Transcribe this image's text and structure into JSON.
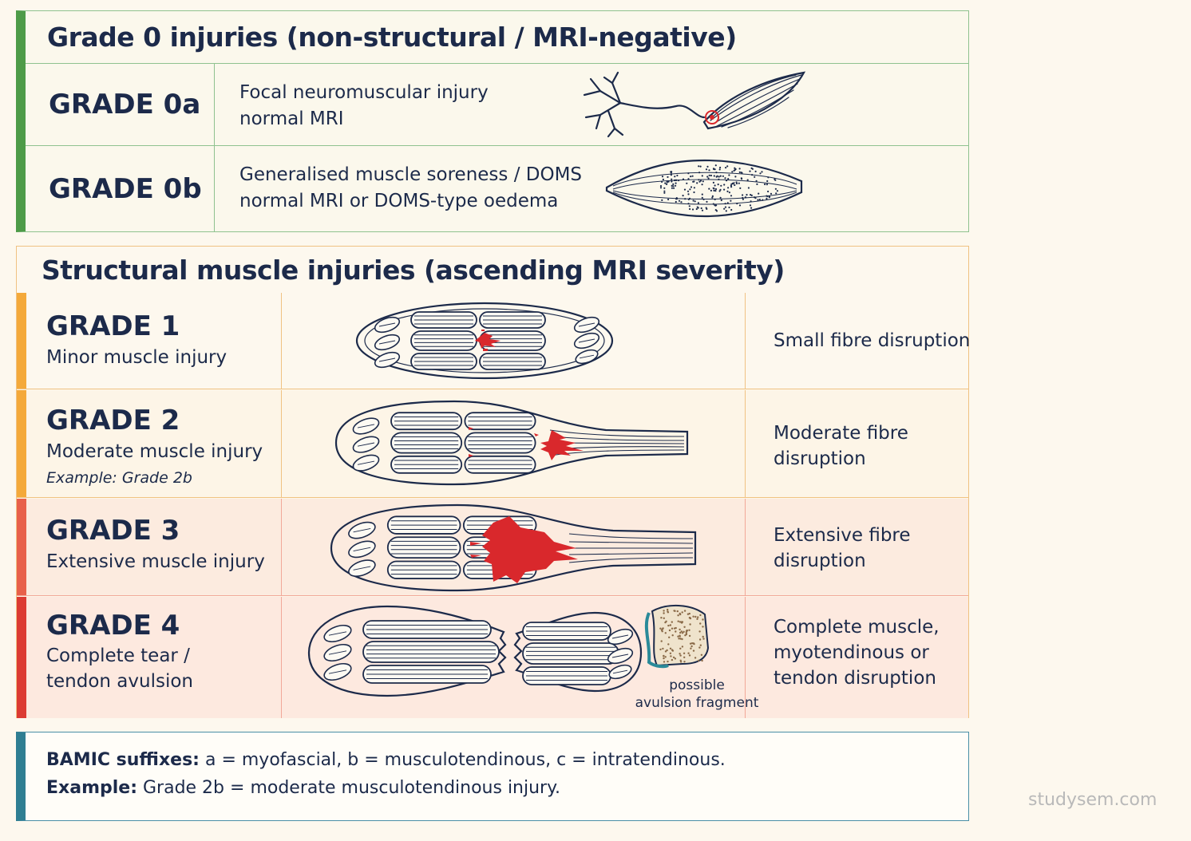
{
  "grade0": {
    "title": "Grade 0 injuries (non-structural / MRI-negative)",
    "rows": [
      {
        "label": "GRADE 0a",
        "line1": "Focal neuromuscular injury",
        "line2": "normal MRI"
      },
      {
        "label": "GRADE 0b",
        "line1": "Generalised muscle soreness / DOMS",
        "line2": "normal MRI or DOMS-type oedema"
      }
    ]
  },
  "structural": {
    "title": "Structural muscle injuries (ascending MRI severity)",
    "rows": [
      {
        "grade": "GRADE 1",
        "name": "Minor muscle injury",
        "desc1": "Small fibre disruption",
        "accent": "#f4a93a"
      },
      {
        "grade": "GRADE 2",
        "name": "Moderate muscle injury",
        "example": "Example: Grade 2b",
        "desc1": "Moderate fibre",
        "desc2": "disruption",
        "accent": "#f4a93a"
      },
      {
        "grade": "GRADE 3",
        "name": "Extensive muscle injury",
        "desc1": "Extensive fibre",
        "desc2": "disruption",
        "accent": "#e8604a"
      },
      {
        "grade": "GRADE 4",
        "name1": "Complete tear /",
        "name2": "tendon avulsion",
        "desc1": "Complete muscle,",
        "desc2": "myotendinous or",
        "desc3": "tendon disruption",
        "accent": "#dc3b33",
        "fragment_label1": "possible",
        "fragment_label2": "avulsion fragment"
      }
    ]
  },
  "suffixes": {
    "label1": "BAMIC suffixes:",
    "text1": " a = myofascial, b = musculotendinous, c = intratendinous.",
    "label2": "Example:",
    "text2": " Grade 2b = moderate musculotendinous injury."
  },
  "watermark": "studysem.com",
  "colors": {
    "navy": "#1c2a4a",
    "injury_red": "#d9282c",
    "green": "#4e9b48",
    "orange": "#f4a93a",
    "teal": "#2f7e92"
  }
}
